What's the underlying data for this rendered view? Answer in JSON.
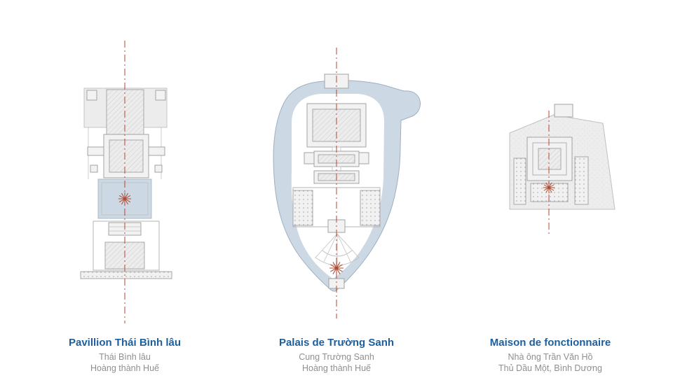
{
  "page": {
    "background": "#ffffff"
  },
  "colors": {
    "title-blue": "#1c5f9e",
    "subtitle-gray": "#8f8f8f",
    "axis-red": "#b8452f",
    "water-blue": "#ccd8e3"
  },
  "panels": [
    {
      "id": "thai-binh-lau",
      "title": "Pavillion Thái Bình lâu",
      "subtitle1": "Thái Bình lâu",
      "subtitle2": "Hoàng thành Huế"
    },
    {
      "id": "truong-sanh",
      "title": "Palais de Trường Sanh",
      "subtitle1": "Cung Trường Sanh",
      "subtitle2": "Hoàng thành Huế"
    },
    {
      "id": "maison-fonctionnaire",
      "title": "Maison de fonctionnaire",
      "subtitle1": "Nhà ông Trần Văn Hồ",
      "subtitle2": "Thủ Dầu Một, Bình Dương"
    }
  ]
}
